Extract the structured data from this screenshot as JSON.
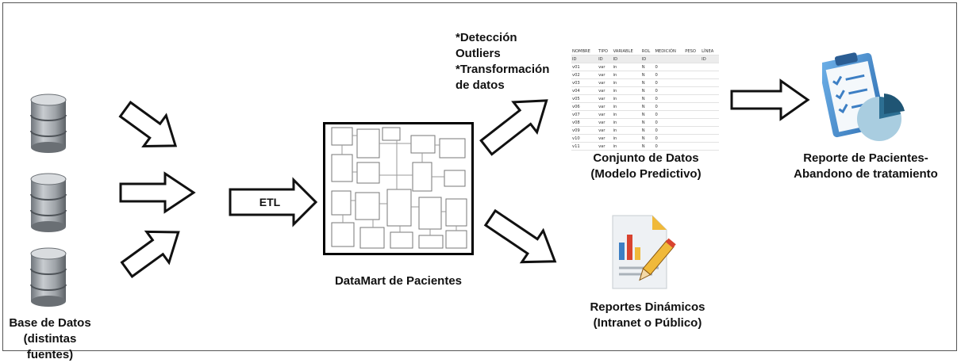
{
  "labels": {
    "sources": [
      "Base de Datos",
      "(distintas fuentes)"
    ],
    "etl": "ETL",
    "datamart": "DataMart de Pacientes",
    "transform": [
      "*Detección",
      "Outliers",
      "*Transformación",
      "de datos"
    ],
    "dataset": [
      "Conjunto de Datos",
      "(Modelo Predictivo)"
    ],
    "report": [
      "Reporte de Pacientes-",
      "Abandono de tratamiento"
    ],
    "dynamic": [
      "Reportes Dinámicos",
      "(Intranet o Público)"
    ]
  },
  "icons": {
    "database": "database-icon",
    "report": "clipboard-report-icon",
    "dynamic": "document-chart-icon"
  },
  "colors": {
    "db_gray": "#9ea3a8",
    "clipboard": "#3d7fc4",
    "pie": "#2d6f93",
    "doc_fold": "#f0b93a",
    "bar_red": "#d8432f"
  }
}
